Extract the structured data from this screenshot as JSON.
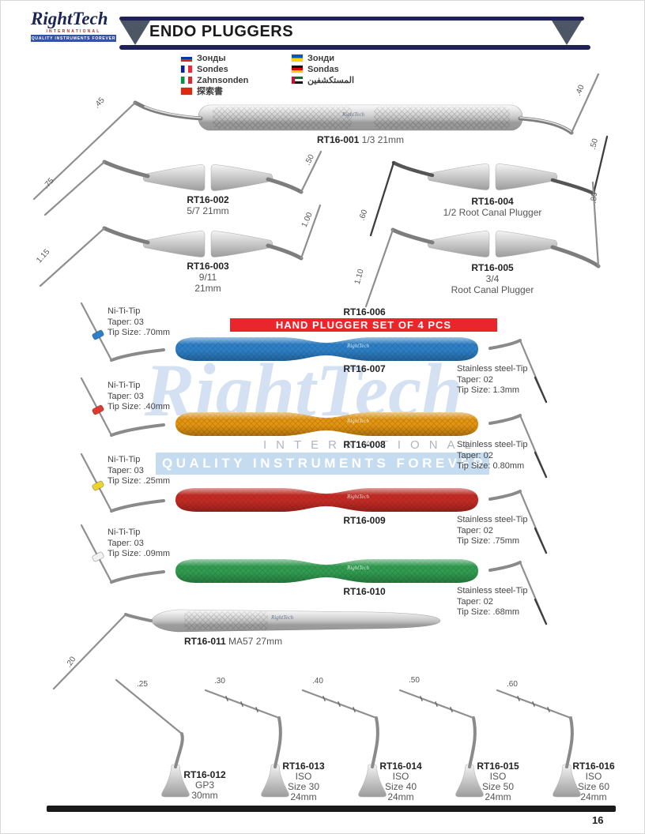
{
  "logo": {
    "brand": "RightTech",
    "international": "INTERNATIONAL",
    "tagline": "QUALITY INSTRUMENTS FOREVER"
  },
  "header": {
    "title": "ENDO PLUGGERS"
  },
  "colors": {
    "navy": "#1e2256",
    "header_triangle": "#4d5665",
    "banner_red": "#e8262b",
    "footer_bar": "#1a1a1a",
    "watermark_blue": "#b5d0e8"
  },
  "legend": {
    "col1": [
      {
        "flag": "russia-flag",
        "label": "Зонды"
      },
      {
        "flag": "france-flag",
        "label": "Sondes"
      },
      {
        "flag": "italy-flag",
        "label": "Zahnsonden"
      },
      {
        "flag": "china-flag",
        "label": "探索書"
      }
    ],
    "col2": [
      {
        "flag": "ukraine-flag",
        "label": "Зонди"
      },
      {
        "flag": "germany-flag",
        "label": "Sondas"
      },
      {
        "flag": "uae-flag",
        "label": "المستكشفين"
      }
    ]
  },
  "watermark": {
    "brand": "RightTech",
    "international": "INTERNATIONAL",
    "tagline": "QUALITY INSTRUMENTS FOREVER"
  },
  "engraving": "RightTech",
  "products": {
    "p001": {
      "code": "RT16-001",
      "desc": "1/3 21mm",
      "left_tip": ".45",
      "right_tip": ".40"
    },
    "p002": {
      "code": "RT16-002",
      "desc": "5/7 21mm",
      "left_tip": ".75",
      "right_tip": ".50"
    },
    "p003": {
      "code": "RT16-003",
      "desc1": "9/11",
      "desc2": "21mm",
      "left_tip": "1.15",
      "right_tip": "1.00"
    },
    "p004": {
      "code": "RT16-004",
      "desc": "1/2 Root Canal Plugger",
      "left_tip": ".60",
      "right_tip": ".50"
    },
    "p005": {
      "code": "RT16-005",
      "desc1": "3/4",
      "desc2": "Root Canal Plugger",
      "left_tip": "1.10",
      "right_tip": ".80"
    },
    "p006": {
      "code": "RT16-006",
      "banner": "HAND PLUGGER SET OF 4 PCS",
      "banner_color": "#e8262b"
    },
    "p007": {
      "code": "RT16-007",
      "handle_color": "#2b80c9",
      "marker_color": "#2b80c9",
      "niti_1": "Ni-Ti-Tip",
      "niti_2": "Taper: 03",
      "niti_3": "Tip Size: .70mm",
      "steel_1": "Stainless steel-Tip",
      "steel_2": "Taper: 02",
      "steel_3": "Tip Size: 1.3mm"
    },
    "p008": {
      "code": "RT16-008",
      "handle_color": "#e5940e",
      "marker_color": "#e03a2f",
      "niti_1": "Ni-Ti-Tip",
      "niti_2": "Taper: 03",
      "niti_3": "Tip Size: .40mm",
      "steel_1": "Stainless steel-Tip",
      "steel_2": "Taper: 02",
      "steel_3": "Tip Size: 0.80mm"
    },
    "p009": {
      "code": "RT16-009",
      "handle_color": "#c62822",
      "marker_color": "#edd32a",
      "niti_1": "Ni-Ti-Tip",
      "niti_2": "Taper: 03",
      "niti_3": "Tip Size: .25mm",
      "steel_1": "Stainless steel-Tip",
      "steel_2": "Taper: 02",
      "steel_3": "Tip Size: .75mm"
    },
    "p010": {
      "code": "RT16-010",
      "handle_color": "#2f9e50",
      "marker_color": "#f2f2f2",
      "niti_1": "Ni-Ti-Tip",
      "niti_2": "Taper: 03",
      "niti_3": "Tip Size: .09mm",
      "steel_1": "Stainless steel-Tip",
      "steel_2": "Taper: 02",
      "steel_3": "Tip Size: .68mm"
    },
    "p011": {
      "code": "RT16-011",
      "desc": "MA57 27mm",
      "left_tip": ".20"
    },
    "p012": {
      "code": "RT16-012",
      "desc1": "GP3",
      "desc2": "30mm",
      "tip": ".25"
    },
    "p013": {
      "code": "RT16-013",
      "desc1": "ISO",
      "desc2": "Size 30",
      "desc3": "24mm",
      "tip": ".30"
    },
    "p014": {
      "code": "RT16-014",
      "desc1": "ISO",
      "desc2": "Size 40",
      "desc3": "24mm",
      "tip": ".40"
    },
    "p015": {
      "code": "RT16-015",
      "desc1": "ISO",
      "desc2": "Size 50",
      "desc3": "24mm",
      "tip": ".50"
    },
    "p016": {
      "code": "RT16-016",
      "desc1": "ISO",
      "desc2": "Size 60",
      "desc3": "24mm",
      "tip": ".60"
    }
  },
  "footer": {
    "page": "16"
  }
}
